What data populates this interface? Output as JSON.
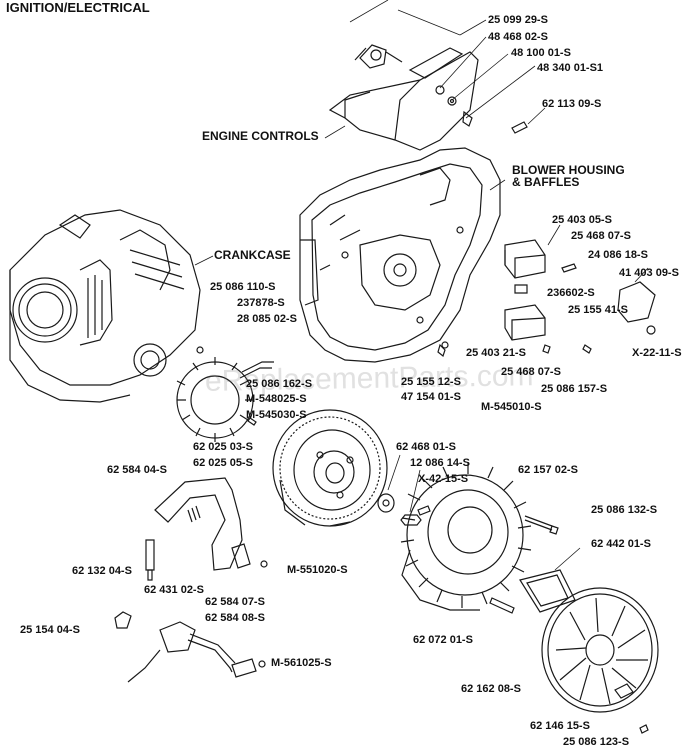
{
  "title": "IGNITION/ELECTRICAL",
  "watermark": "eReplacementParts.com",
  "assemblies": {
    "engine_controls": "ENGINE CONTROLS",
    "blower_housing": "BLOWER HOUSING & BAFFLES",
    "crankcase": "CRANKCASE"
  },
  "parts": [
    "25 099 29-S",
    "48 468 02-S",
    "48 100 01-S",
    "48 340 01-S1",
    "62 113 09-S",
    "25 403 05-S",
    "25 468 07-S",
    "24 086 18-S",
    "41 403 09-S",
    "236602-S",
    "25 155 41-S",
    "X-22-11-S",
    "25 086 110-S",
    "237878-S",
    "28 085 02-S",
    "25 403 21-S",
    "25 468 07-S",
    "25 086 157-S",
    "25 086 162-S",
    "M-548025-S",
    "M-545030-S",
    "25 155 12-S",
    "47 154 01-S",
    "M-545010-S",
    "62 025 03-S",
    "62 025 05-S",
    "62 584 04-S",
    "62 468 01-S",
    "12 086 14-S",
    "X-42-15-S",
    "62 157 02-S",
    "25 086 132-S",
    "62 442 01-S",
    "62 132 04-S",
    "62 431 02-S",
    "M-551020-S",
    "62 584 07-S",
    "62 584 08-S",
    "25 154 04-S",
    "M-561025-S",
    "62 072 01-S",
    "62 162 08-S",
    "62 146 15-S",
    "25 086 123-S"
  ]
}
